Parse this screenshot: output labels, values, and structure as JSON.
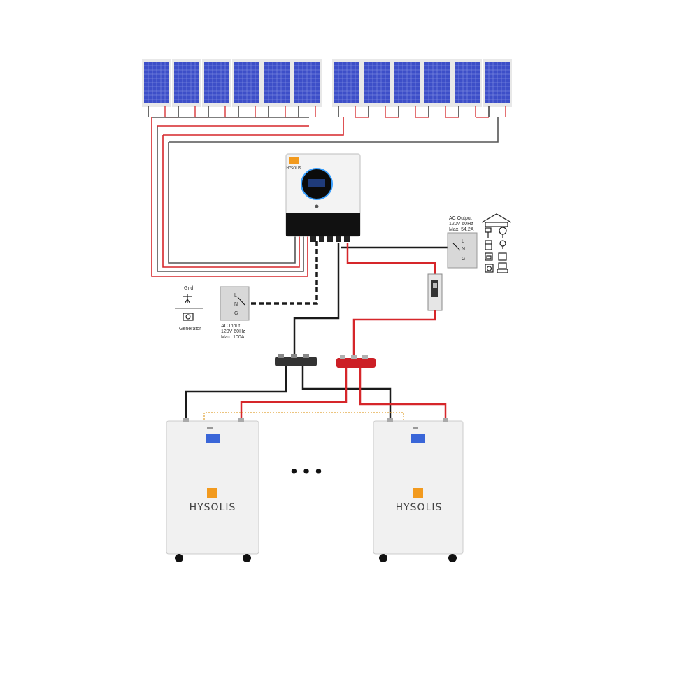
{
  "colors": {
    "panel": "#3d4fc8",
    "panel_grid": "#8f9ce6",
    "wire_red": "#d6262a",
    "wire_black": "#1a1a1a",
    "wire_gray": "#555555",
    "battery_body": "#f1f1f1",
    "logo_orange": "#f29a1e",
    "screen_blue": "#3a66d8",
    "inverter_ring": "#3aa0ff"
  },
  "solar": {
    "left_panel_count": 6,
    "right_panel_count": 6
  },
  "inverter": {
    "brand": "HYSOLIS"
  },
  "ac_output": {
    "title": "AC Output",
    "spec_line1": "120V 60Hz",
    "spec_line2": "Max. 54.2A",
    "terminal_l": "L",
    "terminal_n": "N",
    "terminal_g": "G",
    "load_icons": [
      "house-icon",
      "fan-icon",
      "lamp-icon",
      "light-bulb-icon",
      "fridge-icon",
      "water-heater-icon",
      "oven-icon",
      "appliance-icon",
      "washer-icon",
      "air-conditioner-icon"
    ]
  },
  "ac_input": {
    "title": "AC Input",
    "spec_line1": "120V 60Hz",
    "spec_line2": "Max. 100A",
    "terminal_l": "L",
    "terminal_n": "N",
    "terminal_g": "G"
  },
  "sources": {
    "grid_label": "Grid",
    "generator_label": "Generator"
  },
  "batteries": {
    "brand": "HYSOLIS",
    "ellipsis": "• • •"
  }
}
